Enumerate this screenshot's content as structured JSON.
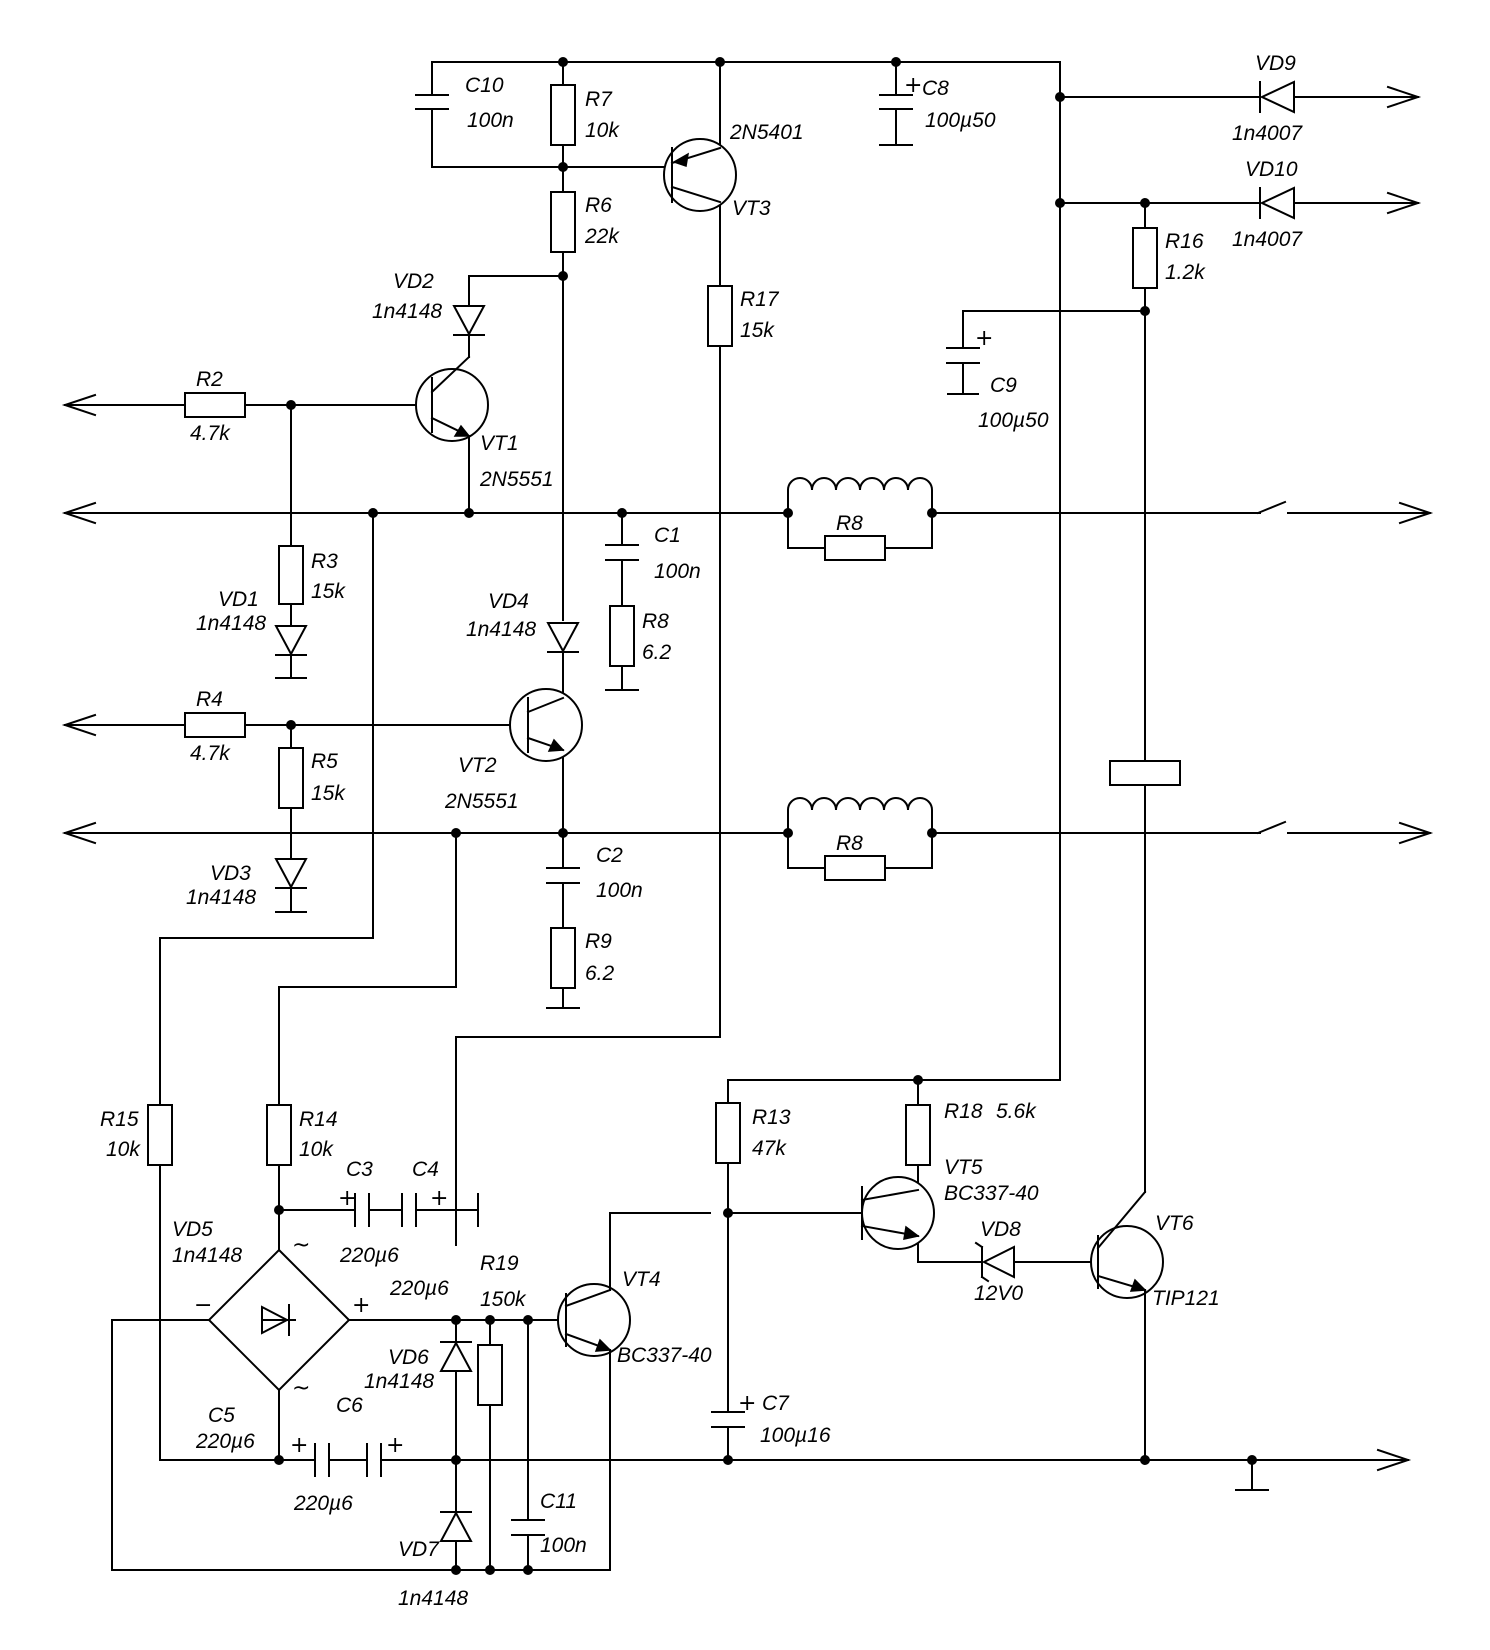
{
  "components": {
    "c10": {
      "ref": "C10",
      "value": "100n"
    },
    "r7": {
      "ref": "R7",
      "value": "10k"
    },
    "r6": {
      "ref": "R6",
      "value": "22k"
    },
    "vt3": {
      "ref": "VT3",
      "part": "2N5401"
    },
    "c8": {
      "ref": "C8",
      "value": "100µ50"
    },
    "vd9": {
      "ref": "VD9",
      "part": "1n4007"
    },
    "vd10": {
      "ref": "VD10",
      "part": "1n4007"
    },
    "r16": {
      "ref": "R16",
      "value": "1.2k"
    },
    "c9": {
      "ref": "C9",
      "value": "100µ50"
    },
    "r17": {
      "ref": "R17",
      "value": "15k"
    },
    "vd2": {
      "ref": "VD2",
      "part": "1n4148"
    },
    "r2": {
      "ref": "R2",
      "value": "4.7k"
    },
    "vt1": {
      "ref": "VT1",
      "part": "2N5551"
    },
    "c1": {
      "ref": "C1",
      "value": "100n"
    },
    "r8a": {
      "ref": "R8",
      "value": "6.2"
    },
    "r8_coil_top": {
      "ref": "R8"
    },
    "r8_coil_bot": {
      "ref": "R8"
    },
    "r3": {
      "ref": "R3",
      "value": "15k"
    },
    "vd1": {
      "ref": "VD1",
      "part": "1n4148"
    },
    "vd4": {
      "ref": "VD4",
      "part": "1n4148"
    },
    "r4": {
      "ref": "R4",
      "value": "4.7k"
    },
    "r5": {
      "ref": "R5",
      "value": "15k"
    },
    "vt2": {
      "ref": "VT2",
      "part": "2N5551"
    },
    "c2": {
      "ref": "C2",
      "value": "100n"
    },
    "vd3": {
      "ref": "VD3",
      "part": "1n4148"
    },
    "r9": {
      "ref": "R9",
      "value": "6.2"
    },
    "r15": {
      "ref": "R15",
      "value": "10k"
    },
    "r14": {
      "ref": "R14",
      "value": "10k"
    },
    "c3": {
      "ref": "C3",
      "value": "220µ6"
    },
    "c4": {
      "ref": "C4",
      "value": "220µ6"
    },
    "vd5": {
      "ref": "VD5",
      "part": "1n4148"
    },
    "r19": {
      "ref": "R19",
      "value": "150k"
    },
    "vd6": {
      "ref": "VD6",
      "part": "1n4148"
    },
    "c5": {
      "ref": "C5",
      "value": "220µ6"
    },
    "c6": {
      "ref": "C6",
      "value": "220µ6"
    },
    "vd7": {
      "ref": "VD7",
      "part": "1n4148"
    },
    "c11": {
      "ref": "C11",
      "value": "100n"
    },
    "vt4": {
      "ref": "VT4",
      "part": "BC337-40"
    },
    "r13": {
      "ref": "R13",
      "value": "47k"
    },
    "c7": {
      "ref": "C7",
      "value": "100µ16"
    },
    "r18": {
      "ref": "R18",
      "value": "5.6k"
    },
    "vt5": {
      "ref": "VT5",
      "part": "BC337-40"
    },
    "vd8": {
      "ref": "VD8",
      "part": "12V0"
    },
    "vt6": {
      "ref": "VT6",
      "part": "TIP121"
    }
  },
  "marks": {
    "plus": "+",
    "minus": "−",
    "ac": "~"
  }
}
